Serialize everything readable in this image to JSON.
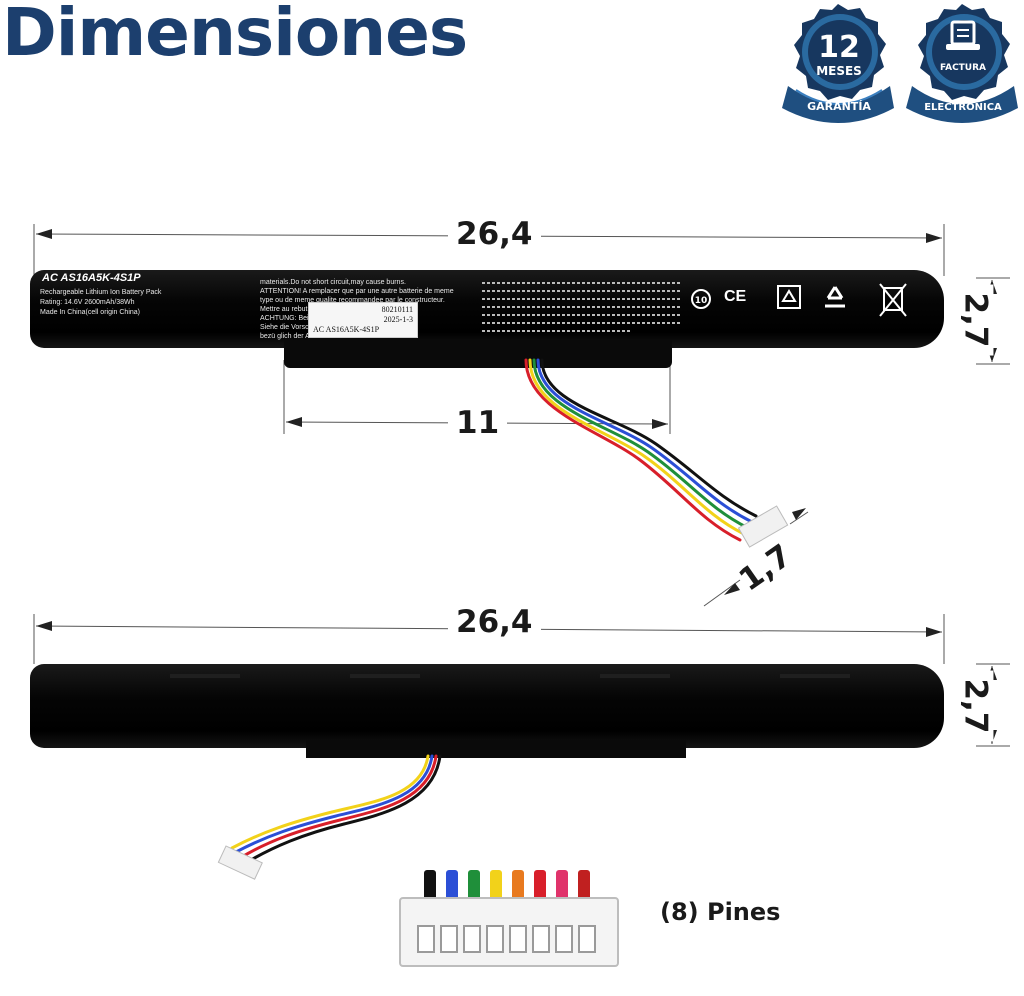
{
  "title": "Dimensiones",
  "badges": {
    "warranty": {
      "number": "12",
      "unit": "MESES",
      "ribbon": "GARANTÍA"
    },
    "invoice": {
      "line1": "FACTURA",
      "ribbon": "ELECTRÓNICA"
    }
  },
  "dimensions": {
    "top_length": "26,4",
    "top_height": "2,7",
    "cable_offset": "11",
    "connector_width": "1,7",
    "bottom_length": "26,4",
    "bottom_height": "2,7"
  },
  "battery_label": {
    "model": "AC AS16A5K-4S1P",
    "line1": "Rechargeable Lithium Ion Battery Pack",
    "line2": "Rating: 14.6V 2600mAh/38Wh",
    "line3": "Made In China(cell origin China)",
    "warning1": "materials.Do not short circuit,may cause burns.",
    "warning2": "ATTENTION! A remplacer que par une autre batterie de meme",
    "warning3": "type ou de meme qualite recommandee par le constructeur.",
    "warning4": "Mettre au rebut les",
    "warning5": "ACHTUNG: Bei Verw",
    "warning6": "Siehe die Vorschrift",
    "warning7": "bezü glich der Akkuba",
    "sticker_code": "AC AS16A5K-4S1P",
    "sticker_serial": "80210111",
    "sticker_date": "2025-1-3",
    "cert_ce": "CE",
    "cert_10": "10"
  },
  "pins_label": "(8) Pines",
  "colors": {
    "title": "#1c3f6e",
    "badge_dark": "#17375f",
    "badge_light": "#2a6aa0",
    "wires": [
      "#111111",
      "#2b4fd6",
      "#1f8f3a",
      "#f2d21a",
      "#e87a1f",
      "#d81f2a",
      "#e0336b",
      "#c02020"
    ]
  }
}
